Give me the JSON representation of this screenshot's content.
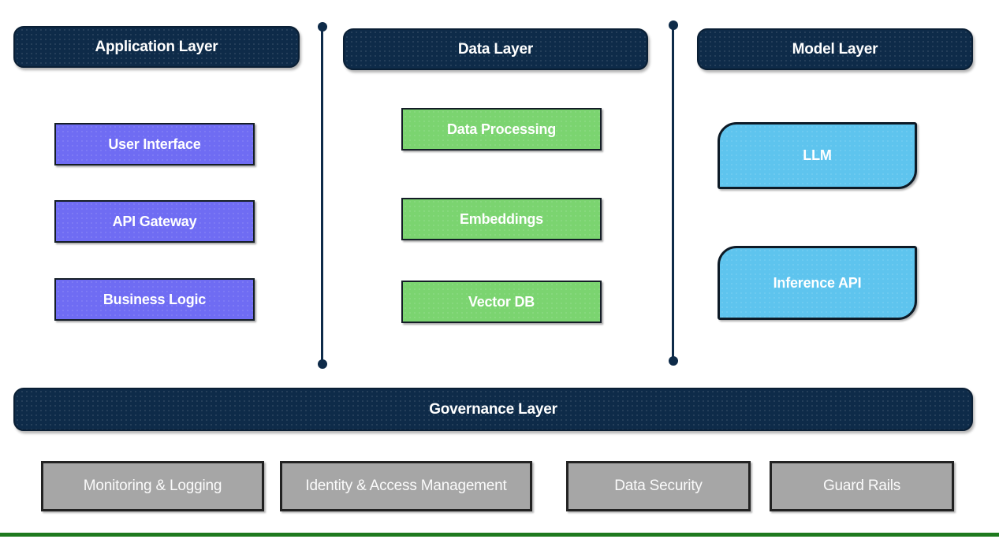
{
  "colors": {
    "navy": "#0e2b49",
    "purple": "#6f6cf3",
    "green": "#7bd470",
    "blue": "#5ec4ee",
    "gray": "#a6a6a6",
    "box-border": "#141d26",
    "green-line": "#1e7a1e"
  },
  "columns": [
    {
      "header": "Application Layer",
      "items": [
        "User Interface",
        "API Gateway",
        "Business Logic"
      ]
    },
    {
      "header": "Data Layer",
      "items": [
        "Data Processing",
        "Embeddings",
        "Vector DB"
      ]
    },
    {
      "header": "Model Layer",
      "items": [
        "LLM",
        "Inference API"
      ]
    }
  ],
  "governance": {
    "header": "Governance Layer",
    "items": [
      "Monitoring & Logging",
      "Identity & Access Management",
      "Data Security",
      "Guard Rails"
    ]
  }
}
